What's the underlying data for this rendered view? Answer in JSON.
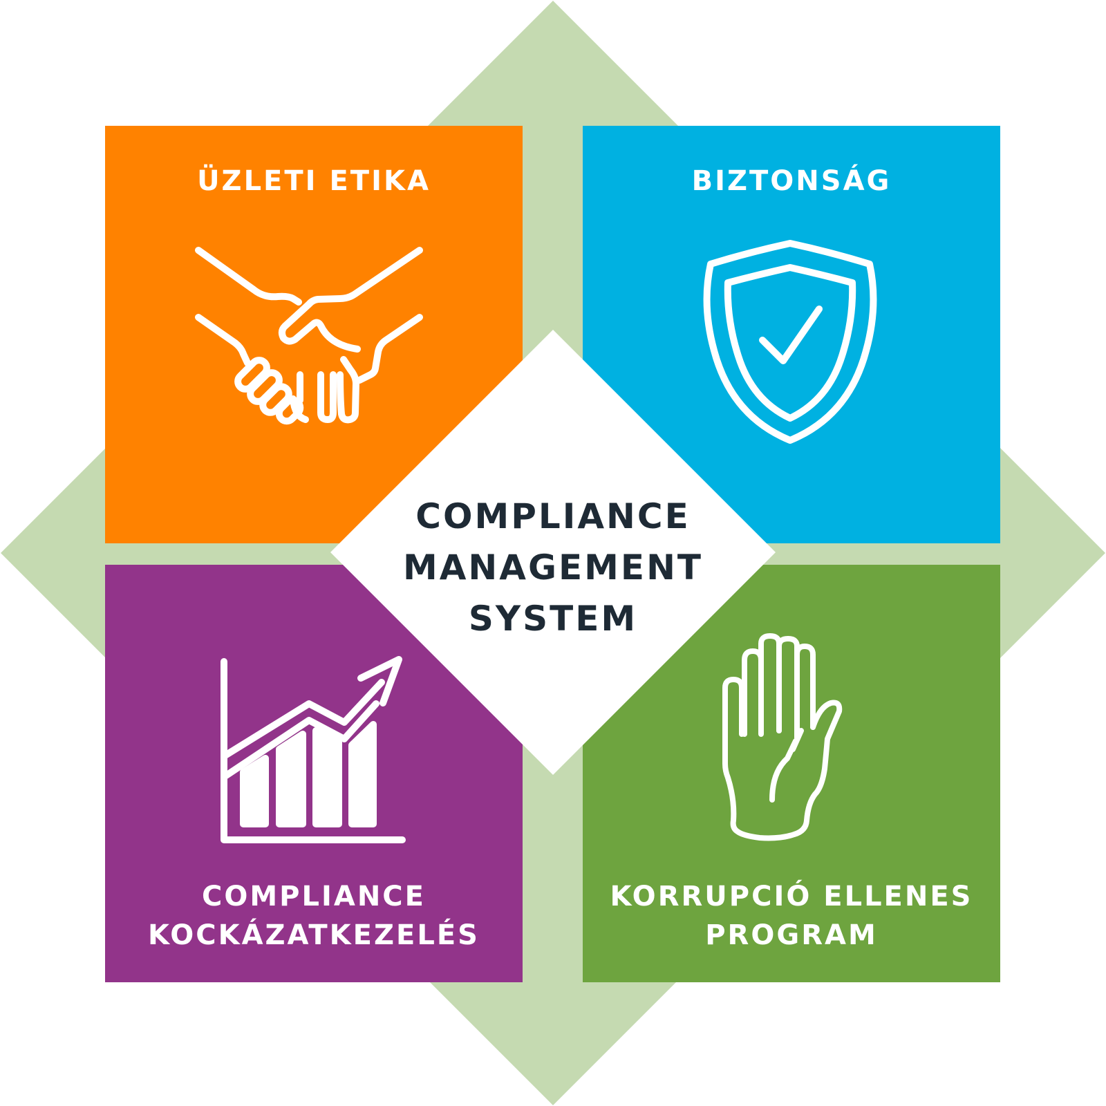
{
  "diagram": {
    "center": {
      "lines": [
        "COMPLIANCE",
        "MANAGEMENT",
        "SYSTEM"
      ]
    },
    "panels": [
      {
        "id": "ethics",
        "title_lines": [
          "ÜZLETI ETIKA"
        ],
        "color": "#FF8200",
        "icon": "handshake-icon"
      },
      {
        "id": "security",
        "title_lines": [
          "BIZTONSÁG"
        ],
        "color": "#00B1E1",
        "icon": "shield-check-icon"
      },
      {
        "id": "risk",
        "title_lines": [
          "COMPLIANCE",
          "KOCKÁZATKEZELÉS"
        ],
        "color": "#92348A",
        "icon": "growth-chart-icon"
      },
      {
        "id": "anticorruption",
        "title_lines": [
          "KORRUPCIÓ ELLENES",
          "PROGRAM"
        ],
        "color": "#6EA43F",
        "icon": "raised-hand-icon"
      }
    ],
    "colors": {
      "background_diamond": "#C5DAB1",
      "center_fill": "#FFFFFF",
      "center_text": "#1E2A35",
      "panel_text": "#FFFFFF"
    }
  }
}
